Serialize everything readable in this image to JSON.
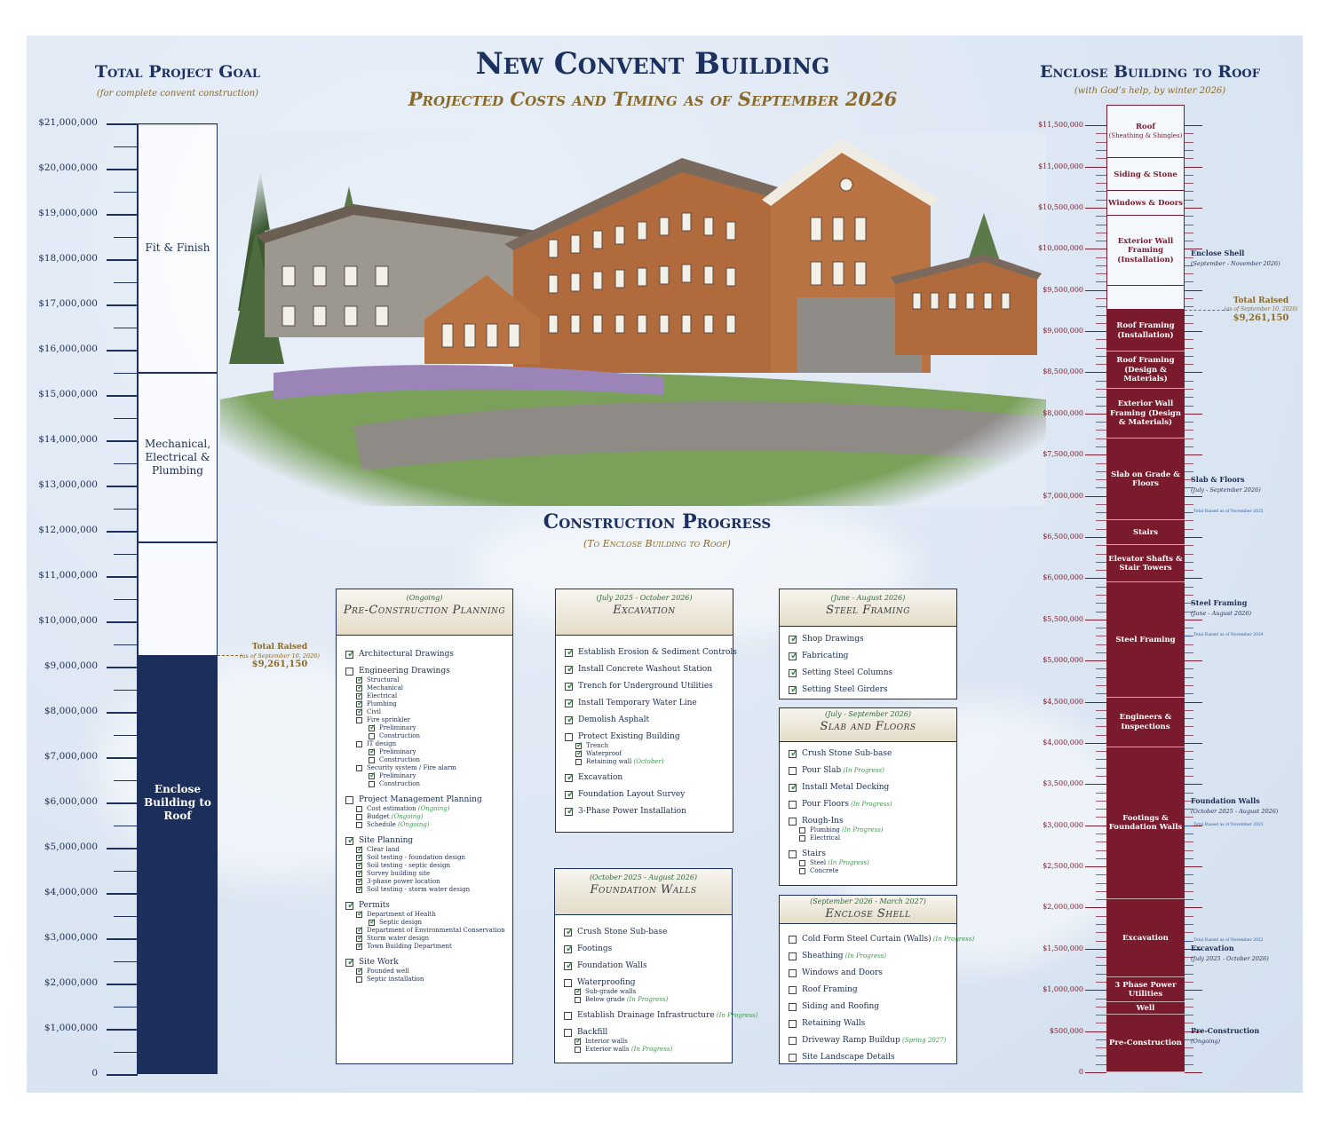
{
  "header": {
    "title": "New Convent Building",
    "subtitle": "Projected Costs and Timing as of September 2026"
  },
  "left_goal": {
    "title": "Total Project Goal",
    "subtitle": "(for complete convent construction)",
    "tick_labels": [
      "$21,000,000",
      "$20,000,000",
      "$19,000,000",
      "$18,000,000",
      "$17,000,000",
      "$16,000,000",
      "$15,000,000",
      "$14,000,000",
      "$13,000,000",
      "$12,000,000",
      "$11,000,000",
      "$10,000,000",
      "$9,000,000",
      "$8,000,000",
      "$7,000,000",
      "$6,000,000",
      "$5,000,000",
      "$4,000,000",
      "$3,000,000",
      "$2,000,000",
      "$1,000,000",
      "0"
    ],
    "segments": [
      {
        "label": "Fit & Finish",
        "from": 15500000,
        "to": 21000000,
        "filled": false
      },
      {
        "label": "Mechanical, Electrical & Plumbing",
        "from": 11750000,
        "to": 15500000,
        "filled": false
      },
      {
        "label": "Enclose Building to Roof",
        "from": 0,
        "to": 11750000,
        "filled": true
      }
    ],
    "raised_value": 9261150,
    "raised_label": "Total Raised",
    "raised_date": "(as of September 10, 2026)",
    "raised_amount": "$9,261,150"
  },
  "right_goal": {
    "title": "Enclose Building to Roof",
    "subtitle": "(with God’s help, by winter 2026)",
    "tick_labels": [
      "$11,500,000",
      "$11,000,000",
      "$10,500,000",
      "$10,000,000",
      "$9,500,000",
      "$9,000,000",
      "$8,500,000",
      "$8,000,000",
      "$7,500,000",
      "$7,000,000",
      "$6,500,000",
      "$6,000,000",
      "$5,500,000",
      "$5,000,000",
      "$4,500,000",
      "$4,000,000",
      "$3,500,000",
      "$3,000,000",
      "$2,500,000",
      "$2,000,000",
      "$1,500,000",
      "$1,000,000",
      "$500,000",
      "0"
    ],
    "segments": [
      {
        "label": "Roof",
        "sub": "(Sheathing & Shingles)",
        "from": 11100000,
        "to": 11750000
      },
      {
        "label": "Siding & Stone",
        "sub": "",
        "from": 10700000,
        "to": 11100000
      },
      {
        "label": "Windows & Doors",
        "sub": "",
        "from": 10400000,
        "to": 10700000
      },
      {
        "label": "Exterior Wall Framing (Installation)",
        "sub": "",
        "from": 9550000,
        "to": 10400000
      },
      {
        "label": "",
        "sub": "",
        "from": 9261150,
        "to": 9550000
      },
      {
        "label": "Roof Framing (Installation)",
        "sub": "",
        "from": 8750000,
        "to": 9261150
      },
      {
        "label": "Roof Framing (Design & Materials)",
        "sub": "",
        "from": 8300000,
        "to": 8750000
      },
      {
        "label": "Exterior Wall Framing (Design & Materials)",
        "sub": "",
        "from": 7700000,
        "to": 8300000
      },
      {
        "label": "Slab on Grade & Floors",
        "sub": "",
        "from": 6700000,
        "to": 7700000
      },
      {
        "label": "Stairs",
        "sub": "",
        "from": 6400000,
        "to": 6700000
      },
      {
        "label": "Elevator Shafts & Stair Towers",
        "sub": "",
        "from": 5950000,
        "to": 6400000
      },
      {
        "label": "Steel Framing",
        "sub": "",
        "from": 4550000,
        "to": 5950000
      },
      {
        "label": "Engineers & Inspections",
        "sub": "",
        "from": 3950000,
        "to": 4550000
      },
      {
        "label": "Footings & Foundation Walls",
        "sub": "",
        "from": 2100000,
        "to": 3950000
      },
      {
        "label": "Excavation",
        "sub": "",
        "from": 1150000,
        "to": 2100000
      },
      {
        "label": "3 Phase Power Utilities",
        "sub": "",
        "from": 850000,
        "to": 1150000
      },
      {
        "label": "Well",
        "sub": "",
        "from": 700000,
        "to": 850000
      },
      {
        "label": "Pre-Construction",
        "sub": "",
        "from": 0,
        "to": 700000
      }
    ],
    "phases": [
      {
        "name": "Enclose Shell",
        "dates": "(September - November 2026)",
        "value": 9900000
      },
      {
        "name": "Slab & Floors",
        "dates": "(July - September 2026)",
        "value": 7150000
      },
      {
        "name": "Steel Framing",
        "dates": "(June - August 2026)",
        "value": 5650000
      },
      {
        "name": "Foundation Walls",
        "dates": "(October 2025 - August 2026)",
        "value": 3250000
      },
      {
        "name": "Excavation",
        "dates": "(July 2025 - October 2026)",
        "value": 1450000
      },
      {
        "name": "Pre-Construction",
        "dates": "(Ongoing)",
        "value": 450000
      }
    ],
    "notes": [
      {
        "text": "Total Raised as of November 2025",
        "value": 6800000
      },
      {
        "text": "Total Raised as of November 2024",
        "value": 5300000
      },
      {
        "text": "Total Raised as of November 2023",
        "value": 3000000
      },
      {
        "text": "Total Raised as of November 2022",
        "value": 1600000
      }
    ],
    "raised_label": "Total Raised",
    "raised_date": "(as of September 10, 2026)",
    "raised_amount": "$9,261,150"
  },
  "progress": {
    "title": "Construction Progress",
    "subtitle": "(To Enclose Building to Roof)"
  },
  "panels": {
    "preconstruction": {
      "dates": "(Ongoing)",
      "title": "Pre-Construction Planning",
      "items": [
        {
          "level": 0,
          "text": "Architectural Drawings",
          "checked": true,
          "status": ""
        },
        {
          "level": 0,
          "text": "Engineering Drawings",
          "checked": false,
          "status": ""
        },
        {
          "level": 1,
          "text": "Structural",
          "checked": true,
          "status": ""
        },
        {
          "level": 1,
          "text": "Mechanical",
          "checked": true,
          "status": ""
        },
        {
          "level": 1,
          "text": "Electrical",
          "checked": true,
          "status": ""
        },
        {
          "level": 1,
          "text": "Plumbing",
          "checked": true,
          "status": ""
        },
        {
          "level": 1,
          "text": "Civil",
          "checked": true,
          "status": ""
        },
        {
          "level": 1,
          "text": "Fire sprinkler",
          "checked": false,
          "status": ""
        },
        {
          "level": 2,
          "text": "Preliminary",
          "checked": true,
          "status": ""
        },
        {
          "level": 2,
          "text": "Construction",
          "checked": false,
          "status": ""
        },
        {
          "level": 1,
          "text": "IT design",
          "checked": false,
          "status": ""
        },
        {
          "level": 2,
          "text": "Preliminary",
          "checked": true,
          "status": ""
        },
        {
          "level": 2,
          "text": "Construction",
          "checked": false,
          "status": ""
        },
        {
          "level": 1,
          "text": "Security system / Fire alarm",
          "checked": false,
          "status": ""
        },
        {
          "level": 2,
          "text": "Preliminary",
          "checked": true,
          "status": ""
        },
        {
          "level": 2,
          "text": "Construction",
          "checked": false,
          "status": ""
        },
        {
          "level": 0,
          "text": "Project Management Planning",
          "checked": false,
          "status": ""
        },
        {
          "level": 1,
          "text": "Cost estimation",
          "checked": false,
          "status": "(Ongoing)"
        },
        {
          "level": 1,
          "text": "Budget",
          "checked": false,
          "status": "(Ongoing)"
        },
        {
          "level": 1,
          "text": "Schedule",
          "checked": false,
          "status": "(Ongoing)"
        },
        {
          "level": 0,
          "text": "Site Planning",
          "checked": true,
          "status": ""
        },
        {
          "level": 1,
          "text": "Clear land",
          "checked": true,
          "status": ""
        },
        {
          "level": 1,
          "text": "Soil testing - foundation design",
          "checked": true,
          "status": ""
        },
        {
          "level": 1,
          "text": "Soil testing - septic design",
          "checked": true,
          "status": ""
        },
        {
          "level": 1,
          "text": "Survey building site",
          "checked": true,
          "status": ""
        },
        {
          "level": 1,
          "text": "3-phase power location",
          "checked": true,
          "status": ""
        },
        {
          "level": 1,
          "text": "Soil testing - storm water design",
          "checked": true,
          "status": ""
        },
        {
          "level": 0,
          "text": "Permits",
          "checked": true,
          "status": ""
        },
        {
          "level": 1,
          "text": "Department of Health",
          "checked": true,
          "status": ""
        },
        {
          "level": 2,
          "text": "Septic design",
          "checked": true,
          "status": ""
        },
        {
          "level": 1,
          "text": "Department of Environmental Conservation",
          "checked": true,
          "status": ""
        },
        {
          "level": 1,
          "text": "Storm water design",
          "checked": true,
          "status": ""
        },
        {
          "level": 1,
          "text": "Town Building Department",
          "checked": true,
          "status": ""
        },
        {
          "level": 0,
          "text": "Site Work",
          "checked": true,
          "status": ""
        },
        {
          "level": 1,
          "text": "Pounded well",
          "checked": true,
          "status": ""
        },
        {
          "level": 1,
          "text": "Septic installation",
          "checked": false,
          "status": ""
        }
      ]
    },
    "excavation": {
      "dates": "(July 2025 - October 2026)",
      "title": "Excavation",
      "items": [
        {
          "level": 0,
          "text": "Establish Erosion & Sediment Controls",
          "checked": true,
          "status": ""
        },
        {
          "level": 0,
          "text": "Install Concrete Washout Station",
          "checked": true,
          "status": ""
        },
        {
          "level": 0,
          "text": "Trench for Underground Utilities",
          "checked": true,
          "status": ""
        },
        {
          "level": 0,
          "text": "Install Temporary Water Line",
          "checked": true,
          "status": ""
        },
        {
          "level": 0,
          "text": "Demolish Asphalt",
          "checked": true,
          "status": ""
        },
        {
          "level": 0,
          "text": "Protect Existing Building",
          "checked": false,
          "status": ""
        },
        {
          "level": 1,
          "text": "Trench",
          "checked": true,
          "status": ""
        },
        {
          "level": 1,
          "text": "Waterproof",
          "checked": true,
          "status": ""
        },
        {
          "level": 1,
          "text": "Retaining wall",
          "checked": false,
          "status": "(October)"
        },
        {
          "level": 0,
          "text": "Excavation",
          "checked": true,
          "status": ""
        },
        {
          "level": 0,
          "text": "Foundation Layout Survey",
          "checked": true,
          "status": ""
        },
        {
          "level": 0,
          "text": "3-Phase Power Installation",
          "checked": true,
          "status": ""
        }
      ]
    },
    "foundation": {
      "dates": "(October 2025 - August 2026)",
      "title": "Foundation Walls",
      "items": [
        {
          "level": 0,
          "text": "Crush Stone Sub-base",
          "checked": true,
          "status": ""
        },
        {
          "level": 0,
          "text": "Footings",
          "checked": true,
          "status": ""
        },
        {
          "level": 0,
          "text": "Foundation Walls",
          "checked": true,
          "status": ""
        },
        {
          "level": 0,
          "text": "Waterproofing",
          "checked": false,
          "status": ""
        },
        {
          "level": 1,
          "text": "Sub-grade walls",
          "checked": true,
          "status": ""
        },
        {
          "level": 1,
          "text": "Below grade",
          "checked": false,
          "status": "(In Progress)"
        },
        {
          "level": 0,
          "text": "Establish Drainage Infrastructure",
          "checked": false,
          "status": "(In Progress)"
        },
        {
          "level": 0,
          "text": "Backfill",
          "checked": false,
          "status": ""
        },
        {
          "level": 1,
          "text": "Interior walls",
          "checked": true,
          "status": ""
        },
        {
          "level": 1,
          "text": "Exterior walls",
          "checked": false,
          "status": "(In Progress)"
        }
      ]
    },
    "steel": {
      "dates": "(June - August 2026)",
      "title": "Steel Framing",
      "items": [
        {
          "level": 0,
          "text": "Shop Drawings",
          "checked": true,
          "status": ""
        },
        {
          "level": 0,
          "text": "Fabricating",
          "checked": true,
          "status": ""
        },
        {
          "level": 0,
          "text": "Setting Steel Columns",
          "checked": true,
          "status": ""
        },
        {
          "level": 0,
          "text": "Setting Steel Girders",
          "checked": true,
          "status": ""
        }
      ]
    },
    "slab": {
      "dates": "(July - September 2026)",
      "title": "Slab and Floors",
      "items": [
        {
          "level": 0,
          "text": "Crush Stone Sub-base",
          "checked": true,
          "status": ""
        },
        {
          "level": 0,
          "text": "Pour Slab",
          "checked": false,
          "status": "(In Progress)"
        },
        {
          "level": 0,
          "text": "Install Metal Decking",
          "checked": true,
          "status": ""
        },
        {
          "level": 0,
          "text": "Pour Floors",
          "checked": false,
          "status": "(In Progress)"
        },
        {
          "level": 0,
          "text": "Rough-Ins",
          "checked": false,
          "status": ""
        },
        {
          "level": 1,
          "text": "Plumbing",
          "checked": false,
          "status": "(In Progress)"
        },
        {
          "level": 1,
          "text": "Electrical",
          "checked": false,
          "status": ""
        },
        {
          "level": 0,
          "text": "Stairs",
          "checked": false,
          "status": ""
        },
        {
          "level": 1,
          "text": "Steel",
          "checked": false,
          "status": "(In Progress)"
        },
        {
          "level": 1,
          "text": "Concrete",
          "checked": false,
          "status": ""
        }
      ]
    },
    "shell": {
      "dates": "(September 2026 - March 2027)",
      "title": "Enclose Shell",
      "items": [
        {
          "level": 0,
          "text": "Cold Form Steel Curtain (Walls)",
          "checked": false,
          "status": "(In Progress)"
        },
        {
          "level": 0,
          "text": "Sheathing",
          "checked": false,
          "status": "(In Progress)"
        },
        {
          "level": 0,
          "text": "Windows and Doors",
          "checked": false,
          "status": ""
        },
        {
          "level": 0,
          "text": "Roof Framing",
          "checked": false,
          "status": ""
        },
        {
          "level": 0,
          "text": "Siding and Roofing",
          "checked": false,
          "status": ""
        },
        {
          "level": 0,
          "text": "Retaining Walls",
          "checked": false,
          "status": ""
        },
        {
          "level": 0,
          "text": "Driveway Ramp Buildup",
          "checked": false,
          "status": "(Spring 2027)"
        },
        {
          "level": 0,
          "text": "Site Landscape Details",
          "checked": false,
          "status": ""
        }
      ]
    }
  },
  "colors": {
    "navy": "#1c3160",
    "maroon": "#7a1b2d",
    "gold": "#8a6a2a",
    "check_green": "#2b8a3e"
  }
}
